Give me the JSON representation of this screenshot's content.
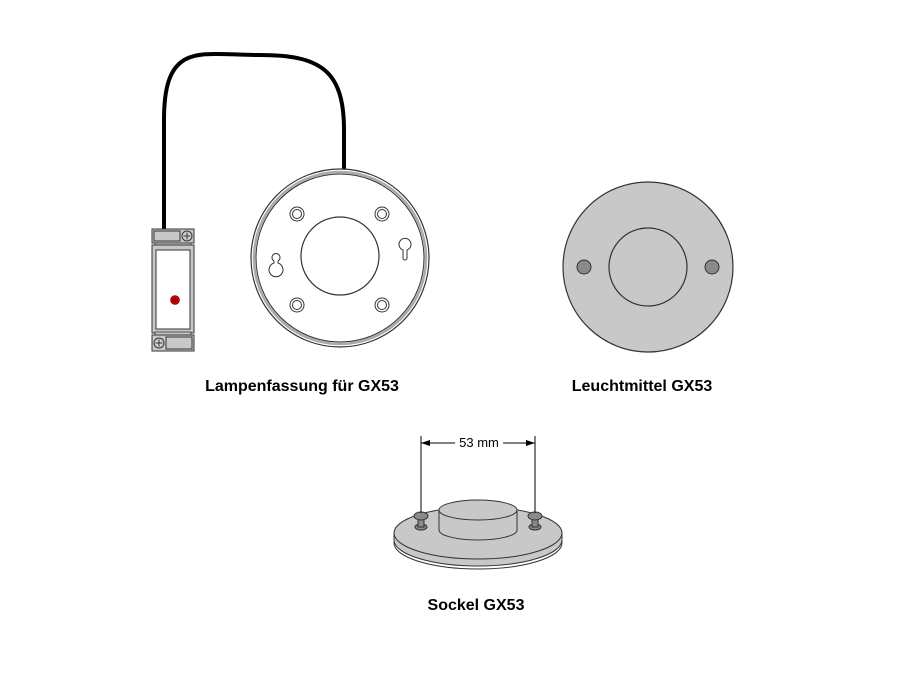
{
  "labels": {
    "lampholder": "Lampenfassung für GX53",
    "bulb": "Leuchtmittel GX53",
    "socket": "Sockel GX53"
  },
  "dimension": {
    "pin_distance": "53 mm"
  },
  "colors": {
    "outline": "#333333",
    "bulb_fill": "#c8c8c8",
    "pin_fill": "#8a8a8a",
    "terminal_fill": "#c8c8c8",
    "indicator": "#cc0000",
    "cable": "#000000"
  }
}
